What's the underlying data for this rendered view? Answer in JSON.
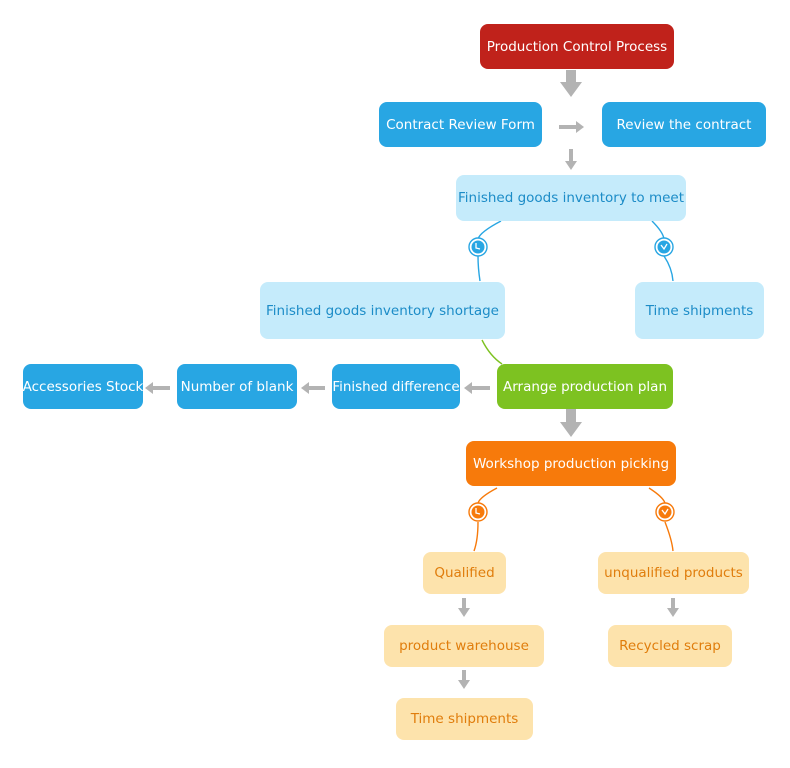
{
  "nodes": {
    "root": "Production Control Process",
    "contract_review_form": "Contract Review Form",
    "review_contract": "Review the contract",
    "finished_goods_meet": "Finished goods inventory to meet",
    "inventory_shortage": "Finished goods inventory shortage",
    "time_shipments_upper": "Time shipments",
    "accessories_stock": "Accessories Stock",
    "number_of_blank": "Number of blank",
    "finished_difference": "Finished difference",
    "arrange_plan": "Arrange production plan",
    "workshop_picking": "Workshop production picking",
    "qualified": "Qualified",
    "unqualified": "unqualified products",
    "product_warehouse": "product warehouse",
    "recycled_scrap": "Recycled scrap",
    "time_shipments_lower": "Time shipments"
  },
  "colors": {
    "dark_red": "#c0221b",
    "blue": "#28a6e3",
    "light_blue": "#c5ebfb",
    "green": "#7dc221",
    "orange": "#f77a0b",
    "light_orange": "#fde3ac",
    "arrow_gray": "#b3b3b3"
  },
  "icons": {
    "branch_marker": "clock-check-icon"
  }
}
